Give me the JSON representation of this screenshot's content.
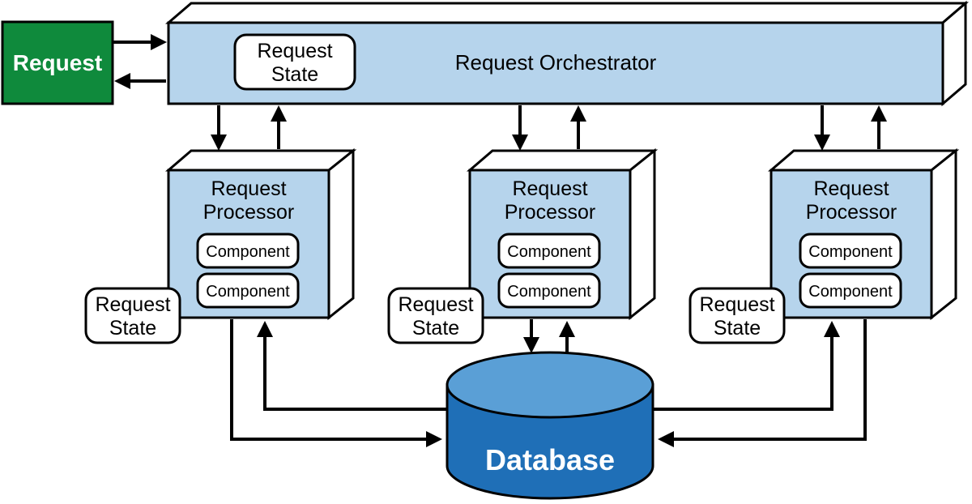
{
  "request": {
    "label": "Request"
  },
  "orchestrator": {
    "label": "Request Orchestrator",
    "state_label_line1": "Request",
    "state_label_line2": "State"
  },
  "processors": [
    {
      "title_line1": "Request",
      "title_line2": "Processor",
      "components": [
        "Component",
        "Component"
      ],
      "state_label_line1": "Request",
      "state_label_line2": "State"
    },
    {
      "title_line1": "Request",
      "title_line2": "Processor",
      "components": [
        "Component",
        "Component"
      ],
      "state_label_line1": "Request",
      "state_label_line2": "State"
    },
    {
      "title_line1": "Request",
      "title_line2": "Processor",
      "components": [
        "Component",
        "Component"
      ],
      "state_label_line1": "Request",
      "state_label_line2": "State"
    }
  ],
  "database": {
    "label": "Database"
  },
  "colors": {
    "request_green": "#0f8a3c",
    "box_blue": "#b6d4ec",
    "db_blue": "#1f6fb7",
    "db_top": "#5a9fd6"
  }
}
